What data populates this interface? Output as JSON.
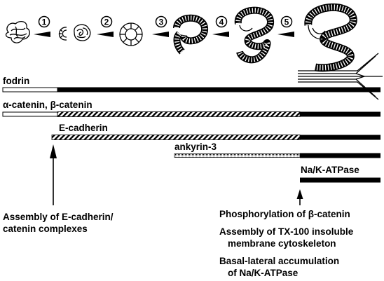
{
  "stages": [
    "1",
    "2",
    "3",
    "4",
    "5"
  ],
  "tracks": {
    "fodrin": "fodrin",
    "catenin_alpha": "α-catenin, ",
    "catenin_beta": "β-catenin",
    "ecadherin": "E-cadherin",
    "ankyrin": "ankyrin-3",
    "atpase": "Na/K-ATPase"
  },
  "annotations": {
    "left_line1": "Assembly of E-cadherin/",
    "left_line2": "catenin complexes",
    "right_phos_prefix": "Phosphorylation of ",
    "right_phos_beta": "β-catenin",
    "right_tx_line1": "Assembly of TX-100 insoluble",
    "right_tx_line2": "membrane cytoskeleton",
    "right_bl_line1": "Basal-lateral accumulation",
    "right_bl_line2": "of Na/K-ATPase"
  },
  "colors": {
    "ink": "#000000",
    "paper": "#ffffff"
  }
}
